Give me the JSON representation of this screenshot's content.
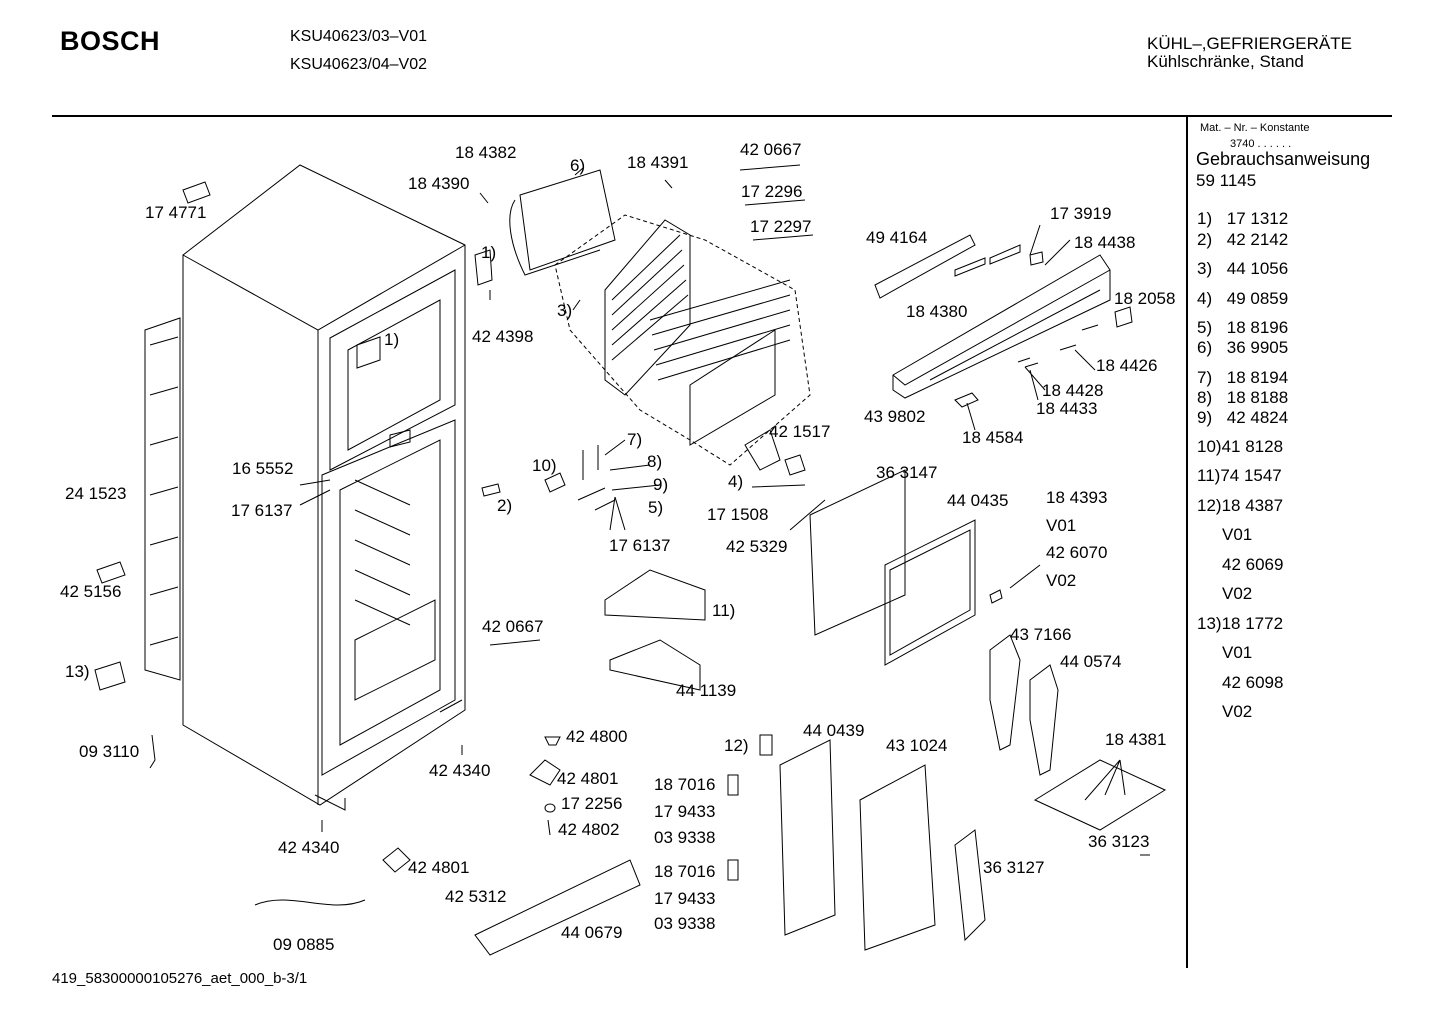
{
  "header": {
    "brand": "BOSCH",
    "models": [
      "KSU40623/03–V01",
      "KSU40623/04–V02"
    ],
    "category": "KÜHL–,GEFRIERGERÄTE",
    "subcategory": "Kühlschränke, Stand"
  },
  "sidebar": {
    "mat_label": "Mat. – Nr. – Konstante",
    "mat_value": "3740 . . . . . .",
    "doc_label": "Gebrauchsanweisung",
    "doc_number": "59 1145",
    "legend": [
      {
        "key": "1)",
        "value": "17 1312"
      },
      {
        "key": "2)",
        "value": "42 2142"
      },
      {
        "key": "3)",
        "value": "44 1056"
      },
      {
        "key": "4)",
        "value": "49 0859"
      },
      {
        "key": "5)",
        "value": "18 8196"
      },
      {
        "key": "6)",
        "value": "36 9905"
      },
      {
        "key": "7)",
        "value": "18 8194"
      },
      {
        "key": "8)",
        "value": "18 8188"
      },
      {
        "key": "9)",
        "value": "42 4824"
      },
      {
        "key": "10)",
        "value": "41 8128"
      },
      {
        "key": "11)",
        "value": "74 1547"
      },
      {
        "key": "12)",
        "value": "18 4387"
      },
      {
        "key": "",
        "value": "V01"
      },
      {
        "key": "",
        "value": "42 6069"
      },
      {
        "key": "",
        "value": "V02"
      },
      {
        "key": "13)",
        "value": "18 1772"
      },
      {
        "key": "",
        "value": "V01"
      },
      {
        "key": "",
        "value": "42 6098"
      },
      {
        "key": "",
        "value": "V02"
      }
    ]
  },
  "callouts": [
    "17 4771",
    "18 4382",
    "18 4390",
    "6)",
    "18 4391",
    "42 0667",
    "17 2296",
    "17 2297",
    "1)",
    "42 4398",
    "3)",
    "1)",
    "49 4164",
    "17 3919",
    "18 4438",
    "18 4380",
    "18 2058",
    "18 4426",
    "18 4428",
    "18 4433",
    "43 9802",
    "18 4584",
    "24 1523",
    "16 5552",
    "17 6137",
    "2)",
    "10)",
    "7)",
    "8)",
    "9)",
    "5)",
    "17 6137",
    "42 1517",
    "4)",
    "17 1508",
    "42 5329",
    "36 3147",
    "44 0435",
    "18 4393",
    "V01",
    "42 6070",
    "V02",
    "42 5156",
    "42 0667",
    "11)",
    "44 1139",
    "13)",
    "43 7166",
    "44 0574",
    "09 3110",
    "42 4340",
    "42 4800",
    "42 4801",
    "17 2256",
    "42 4802",
    "12)",
    "44 0439",
    "43 1024",
    "18 4381",
    "18 7016",
    "17 9433",
    "03 9338",
    "18 7016",
    "17 9433",
    "03 9338",
    "36 3123",
    "42 4340",
    "42 4801",
    "36 3127",
    "42 5312",
    "44 0679",
    "09 0885"
  ],
  "footer": {
    "code": "419_58300000105276_aet_000_b-3/1"
  }
}
